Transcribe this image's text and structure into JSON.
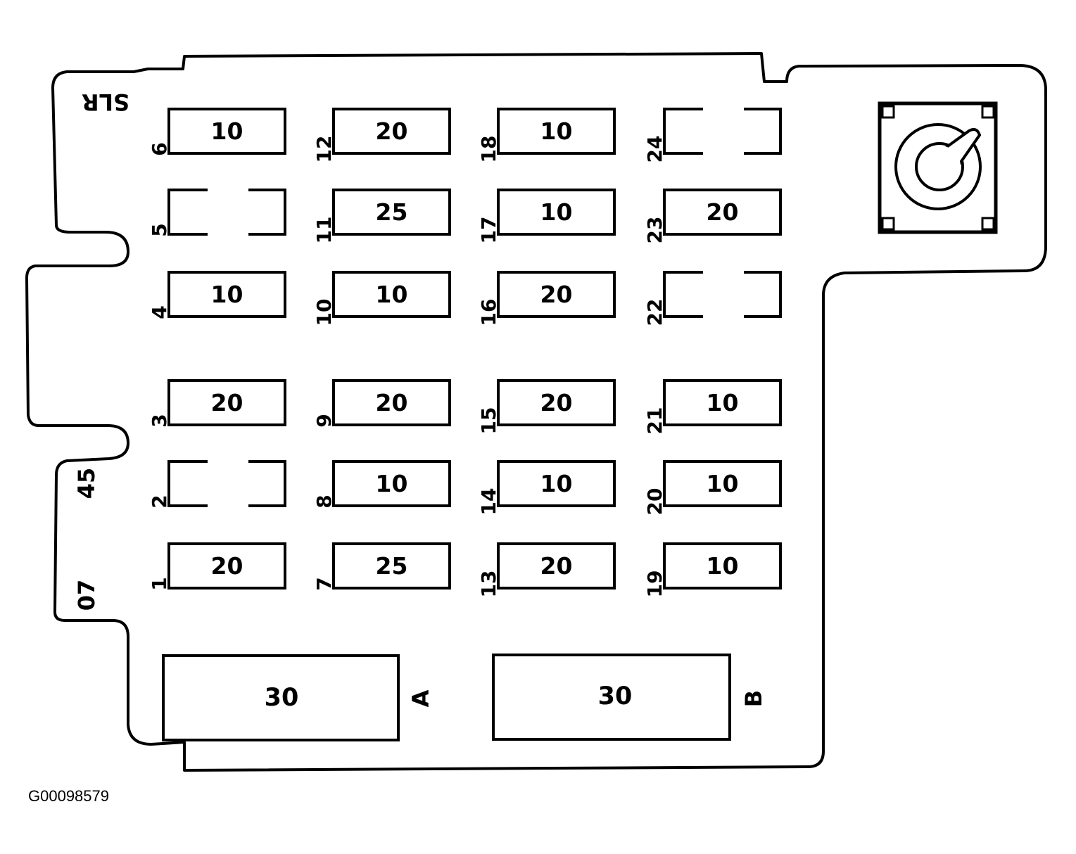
{
  "top_label": "SLR",
  "side_labels": [
    "45",
    "07"
  ],
  "image_code": "G00098579",
  "fuses": [
    {
      "num": "1",
      "amps": "20"
    },
    {
      "num": "2",
      "amps": ""
    },
    {
      "num": "3",
      "amps": "20"
    },
    {
      "num": "4",
      "amps": "10"
    },
    {
      "num": "5",
      "amps": ""
    },
    {
      "num": "6",
      "amps": "10"
    },
    {
      "num": "7",
      "amps": "25"
    },
    {
      "num": "8",
      "amps": "10"
    },
    {
      "num": "9",
      "amps": "20"
    },
    {
      "num": "10",
      "amps": "10"
    },
    {
      "num": "11",
      "amps": "25"
    },
    {
      "num": "12",
      "amps": "20"
    },
    {
      "num": "13",
      "amps": "20"
    },
    {
      "num": "14",
      "amps": "10"
    },
    {
      "num": "15",
      "amps": "20"
    },
    {
      "num": "16",
      "amps": "20"
    },
    {
      "num": "17",
      "amps": "10"
    },
    {
      "num": "18",
      "amps": "10"
    },
    {
      "num": "19",
      "amps": "10"
    },
    {
      "num": "20",
      "amps": "10"
    },
    {
      "num": "21",
      "amps": "10"
    },
    {
      "num": "22",
      "amps": ""
    },
    {
      "num": "23",
      "amps": "20"
    },
    {
      "num": "24",
      "amps": ""
    }
  ],
  "maxi_fuses": [
    {
      "label": "A",
      "amps": "30"
    },
    {
      "label": "B",
      "amps": "30"
    }
  ]
}
